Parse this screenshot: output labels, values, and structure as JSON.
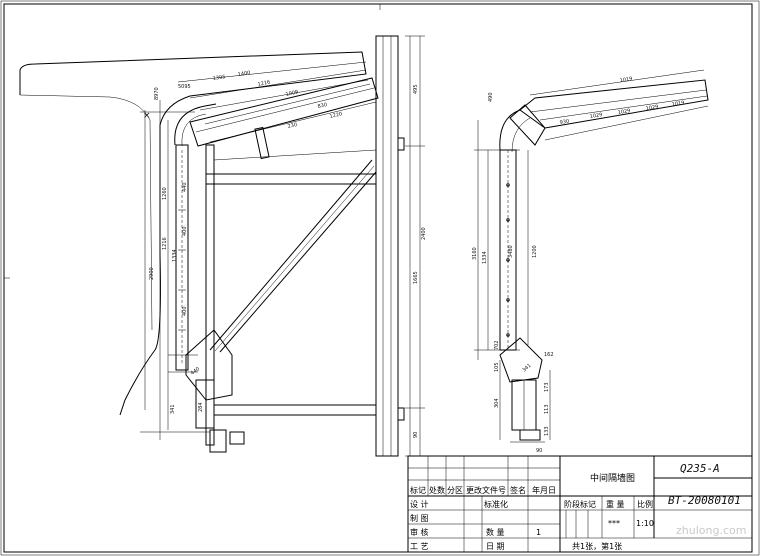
{
  "drawing": {
    "left_view_dimensions": [
      "1400",
      "1216",
      "1009",
      "830",
      "5095",
      "8970",
      "440",
      "2900",
      "1334",
      "400",
      "1216",
      "400",
      "1260",
      "341",
      "284",
      "1395",
      "230",
      "1220",
      "440"
    ],
    "right_view_dimensions": [
      "1019",
      "930",
      "1029",
      "1029",
      "1029",
      "1019",
      "490",
      "3160",
      "1334",
      "3480",
      "1200",
      "702",
      "105",
      "162",
      "341",
      "304",
      "173",
      "113",
      "133",
      "90"
    ],
    "column_dimensions": [
      "495",
      "1665",
      "2400",
      "90"
    ]
  },
  "title_block": {
    "material": "Q235-A",
    "drawing_number": "BT-20080101",
    "drawing_title": "中间隔墙图",
    "columns": {
      "mark": "标记",
      "count": "处数",
      "zone": "分区",
      "doc_no": "更改文件号",
      "sign": "签名",
      "date": "年月日"
    },
    "stage_label": "阶段标记",
    "weight_label": "重 量",
    "scale_label": "比例",
    "weight_value": "***",
    "scale_value": "1:10",
    "rows": {
      "design": "设 计",
      "draft": "制 图",
      "review": "审 核",
      "process": "工 艺"
    },
    "standardize_label": "标准化",
    "quantity_label": "数 量",
    "quantity_value": "1",
    "date_label": "日 期",
    "sheet_info": "共1张，第1张"
  },
  "watermark": "zhulong.com"
}
